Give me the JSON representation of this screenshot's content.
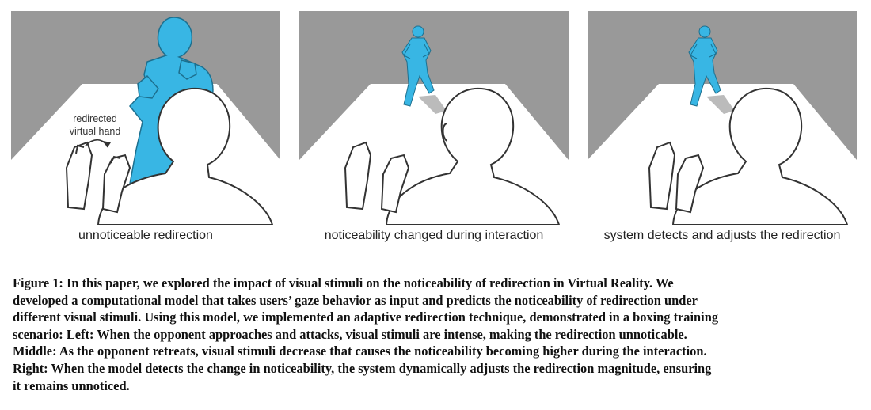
{
  "panels": [
    {
      "label": "unnoticeable redirection",
      "annotation_line1": "redirected",
      "annotation_line2": "virtual hand"
    },
    {
      "label": "noticeability changed during interaction"
    },
    {
      "label": "system detects and adjusts the redirection"
    }
  ],
  "caption": {
    "lines": [
      "Figure 1: In this paper, we explored the impact of visual stimuli on the noticeability of redirection in Virtual Reality. We",
      "developed a computational model that takes users’ gaze behavior as input and predicts the noticeability of redirection under",
      "different visual stimuli. Using this model, we implemented an adaptive redirection technique, demonstrated in a boxing training",
      "scenario: Left: When the opponent approaches and attacks, visual stimuli are intense, making the redirection unnoticable.",
      "Middle: As the opponent retreats, visual stimuli decrease that causes the noticeability becoming higher during the interaction.",
      "Right: When the model detects the change in noticeability, the system dynamically adjusts the redirection magnitude, ensuring",
      "it remains unnoticed."
    ]
  },
  "colors": {
    "wall": "#999999",
    "opponent": "#38b6e4",
    "floor": "#ffffff",
    "ink": "#333333"
  }
}
